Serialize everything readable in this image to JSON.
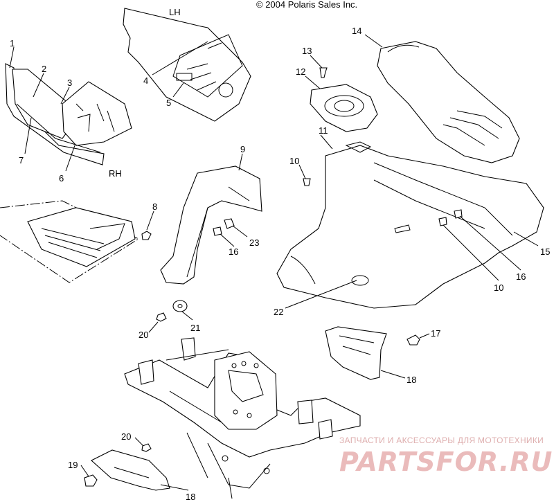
{
  "header": {
    "copyright": "© 2004 Polaris Sales Inc."
  },
  "side_labels": {
    "left_hand": "LH",
    "right_hand": "RH"
  },
  "callouts": {
    "c1": "1",
    "c2": "2",
    "c3": "3",
    "c4": "4",
    "c5": "5",
    "c6": "6",
    "c7": "7",
    "c8": "8",
    "c9": "9",
    "c10a": "10",
    "c10b": "10",
    "c11": "11",
    "c12": "12",
    "c13": "13",
    "c14": "14",
    "c15": "15",
    "c16a": "16",
    "c16b": "16",
    "c17": "17",
    "c18a": "18",
    "c18b": "18",
    "c19": "19",
    "c20a": "20",
    "c20b": "20",
    "c21": "21",
    "c22": "22",
    "c23": "23"
  },
  "watermark": {
    "tagline": "ЗАПЧАСТИ И АКСЕССУАРЫ ДЛЯ МОТОТЕХНИКИ",
    "brand": "PARTSFOR.RU",
    "color": "#e7b0b0"
  }
}
